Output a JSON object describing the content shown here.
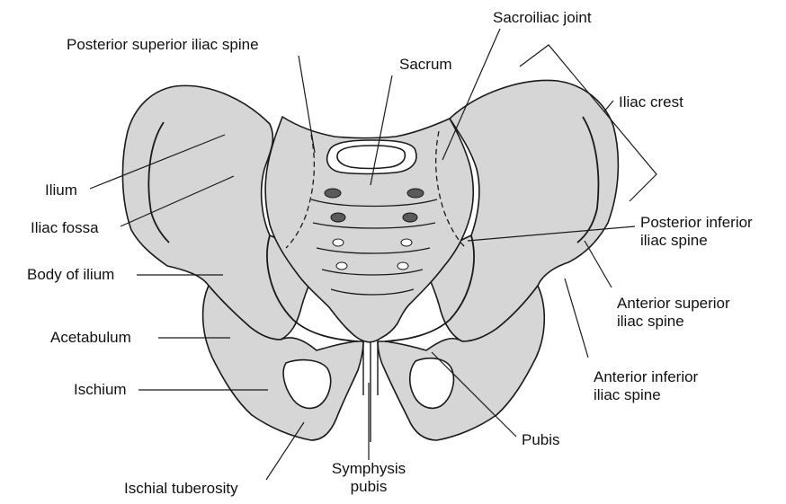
{
  "labels": {
    "sacroiliac_joint": "Sacroiliac joint",
    "posterior_superior_iliac_spine": "Posterior superior iliac spine",
    "sacrum": "Sacrum",
    "iliac_crest": "Iliac crest",
    "ilium": "Ilium",
    "iliac_fossa": "Iliac fossa",
    "body_of_ilium": "Body of ilium",
    "acetabulum": "Acetabulum",
    "ischium": "Ischium",
    "ischial_tuberosity": "Ischial tuberosity",
    "symphysis_pubis": "Symphysis\npubis",
    "pubis": "Pubis",
    "posterior_inferior_iliac_spine": "Posterior inferior\niliac spine",
    "anterior_superior_iliac_spine": "Anterior superior\niliac spine",
    "anterior_inferior_iliac_spine": "Anterior inferior\niliac spine"
  },
  "colors": {
    "bone_fill": "#d6d6d6",
    "outline": "#1a1a1a",
    "foramen": "#5a5a5a",
    "background": "#ffffff"
  }
}
